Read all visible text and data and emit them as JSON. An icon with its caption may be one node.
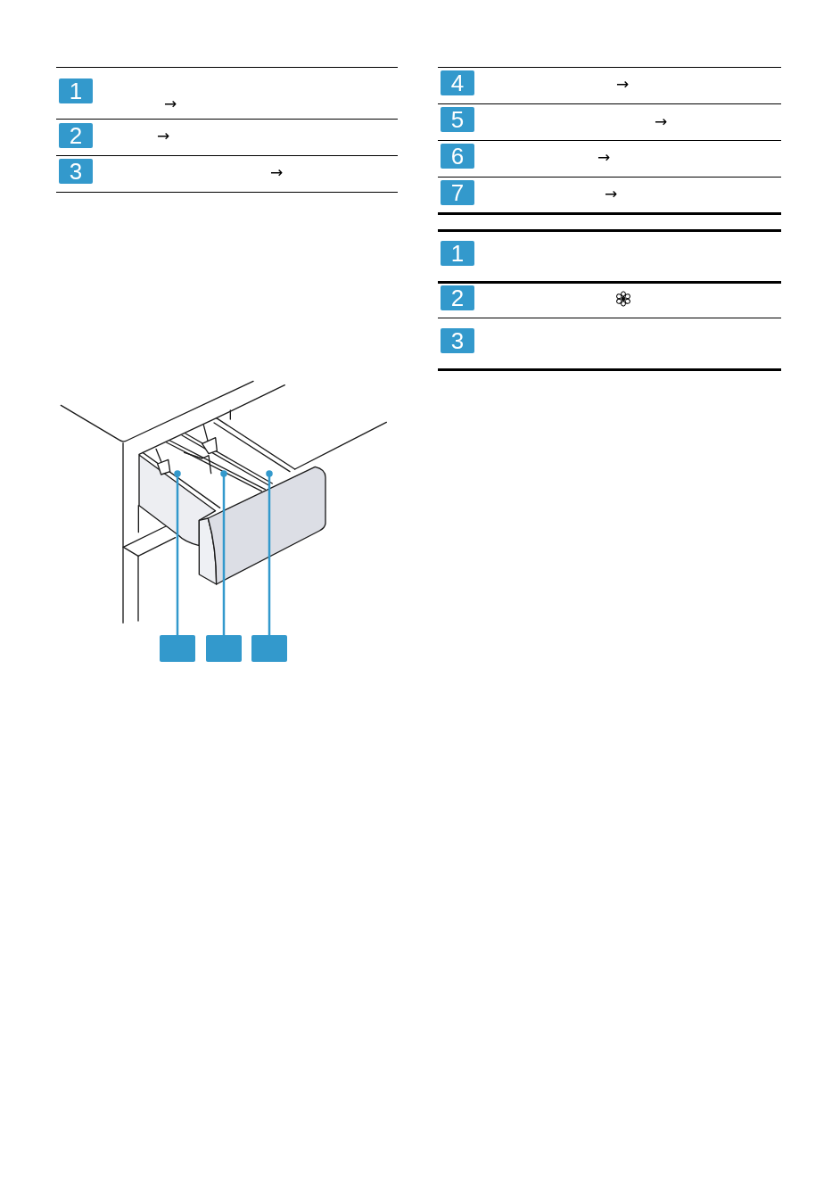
{
  "diagram": {
    "nodes": [
      {
        "text": [
          "1"
        ]
      },
      {
        "text": [
          "2"
        ]
      },
      {
        "text": [
          "3"
        ]
      },
      {
        "text": [
          "4"
        ]
      },
      {
        "text": [
          "5"
        ]
      },
      {
        "text": [
          "6"
        ]
      },
      {
        "text": [
          "7"
        ]
      },
      {
        "text": [
          "1"
        ]
      },
      {
        "text": [
          "2"
        ]
      },
      {
        "text": [
          "3"
        ]
      },
      {
        "text": [],
        "shape": "box"
      },
      {
        "text": [],
        "shape": "box"
      },
      {
        "text": [],
        "shape": "box"
      }
    ],
    "edges": [
      {
        "from": 10,
        "to": null,
        "arrow": "other"
      },
      {
        "from": 11,
        "to": null,
        "arrow": "other"
      },
      {
        "from": 12,
        "to": null,
        "arrow": "other"
      }
    ],
    "labels": [
      "→",
      "→",
      "→",
      "→",
      "→",
      "→",
      "→"
    ]
  }
}
